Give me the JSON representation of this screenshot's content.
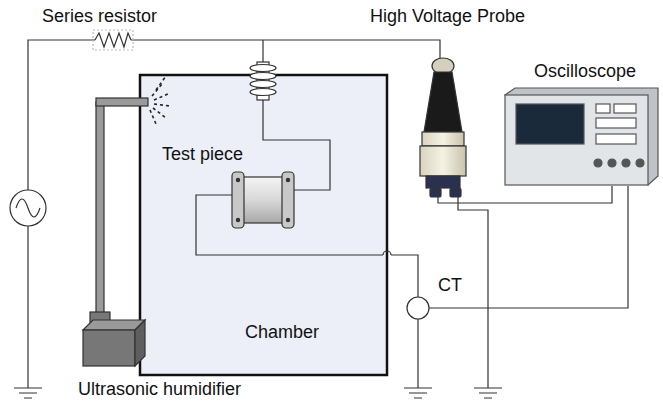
{
  "diagram": {
    "nodes": [
      {
        "text": [
          "Chamber"
        ]
      }
    ],
    "labels": [
      "Series resistor",
      "High Voltage Probe",
      "Oscilloscope",
      "Test piece",
      "CT",
      "Ultrasonic humidifier"
    ]
  }
}
